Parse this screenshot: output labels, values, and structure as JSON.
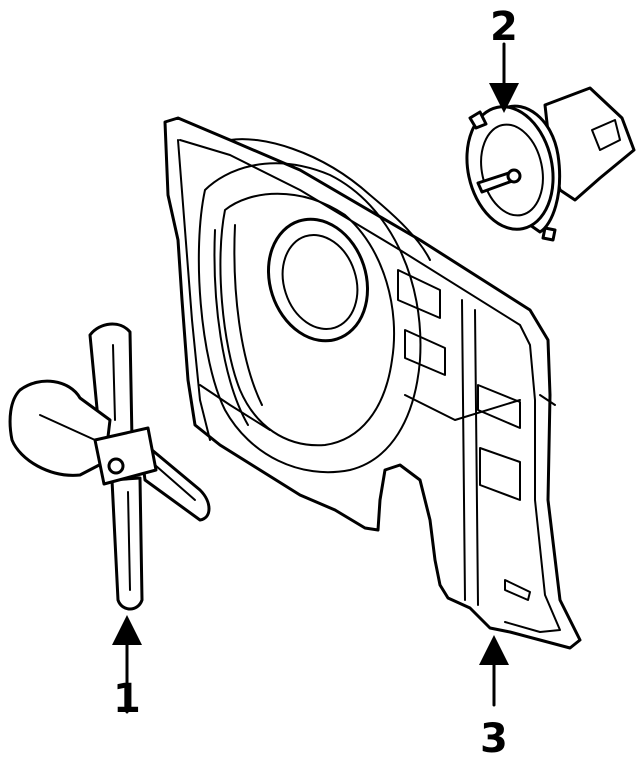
{
  "callouts": [
    {
      "number": "1",
      "part": "fan-blade"
    },
    {
      "number": "2",
      "part": "fan-motor"
    },
    {
      "number": "3",
      "part": "fan-shroud"
    }
  ]
}
